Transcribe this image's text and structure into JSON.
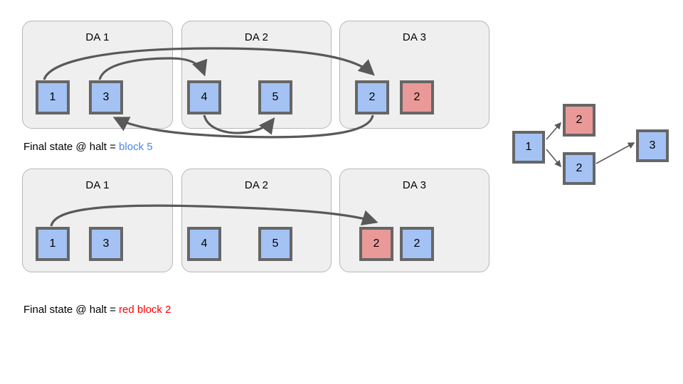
{
  "diagram": {
    "title": "Distributed append-only log final-state diagram",
    "colors": {
      "blue_block": "#a4c2f4",
      "red_block": "#ea9999",
      "block_border": "#666666",
      "container_fill": "#efefef",
      "container_border": "#b7b7b7",
      "arrow": "#595959",
      "highlight_blue": "#4a86e8",
      "highlight_red": "#ff0000"
    },
    "scenarios": [
      {
        "id": "scenario-top",
        "containers": [
          {
            "label": "DA 1",
            "blocks": [
              {
                "value": "1",
                "color": "blue"
              },
              {
                "value": "3",
                "color": "blue"
              }
            ]
          },
          {
            "label": "DA 2",
            "blocks": [
              {
                "value": "4",
                "color": "blue"
              },
              {
                "value": "5",
                "color": "blue"
              }
            ]
          },
          {
            "label": "DA 3",
            "blocks": [
              {
                "value": "2",
                "color": "blue"
              },
              {
                "value": "2",
                "color": "red"
              }
            ]
          }
        ],
        "arrows": [
          {
            "from": "DA1.block1",
            "to": "DA3.block2-blue"
          },
          {
            "from": "DA1.block3",
            "to": "DA2.block4"
          },
          {
            "from": "DA2.block4",
            "to": "DA2.block5"
          },
          {
            "from": "DA3.block2-blue",
            "to": "DA1.block3"
          }
        ],
        "caption": {
          "prefix": "Final state @ halt = ",
          "highlight": "block 5",
          "highlight_color": "blue"
        }
      },
      {
        "id": "scenario-bottom",
        "containers": [
          {
            "label": "DA 1",
            "blocks": [
              {
                "value": "1",
                "color": "blue"
              },
              {
                "value": "3",
                "color": "blue"
              }
            ]
          },
          {
            "label": "DA 2",
            "blocks": [
              {
                "value": "4",
                "color": "blue"
              },
              {
                "value": "5",
                "color": "blue"
              }
            ]
          },
          {
            "label": "DA 3",
            "blocks": [
              {
                "value": "2",
                "color": "red"
              },
              {
                "value": "2",
                "color": "blue"
              }
            ]
          }
        ],
        "arrows": [
          {
            "from": "DA1.block1",
            "to": "DA3.block2-red"
          }
        ],
        "caption": {
          "prefix": "Final state @ halt = ",
          "highlight": "red block 2",
          "highlight_color": "red"
        }
      }
    ],
    "graph": {
      "nodes": [
        {
          "id": "n1",
          "value": "1",
          "color": "blue"
        },
        {
          "id": "n2r",
          "value": "2",
          "color": "red"
        },
        {
          "id": "n2b",
          "value": "2",
          "color": "blue"
        },
        {
          "id": "n3",
          "value": "3",
          "color": "blue"
        }
      ],
      "edges": [
        {
          "from": "n1",
          "to": "n2r"
        },
        {
          "from": "n1",
          "to": "n2b"
        },
        {
          "from": "n2b",
          "to": "n3"
        }
      ]
    }
  }
}
